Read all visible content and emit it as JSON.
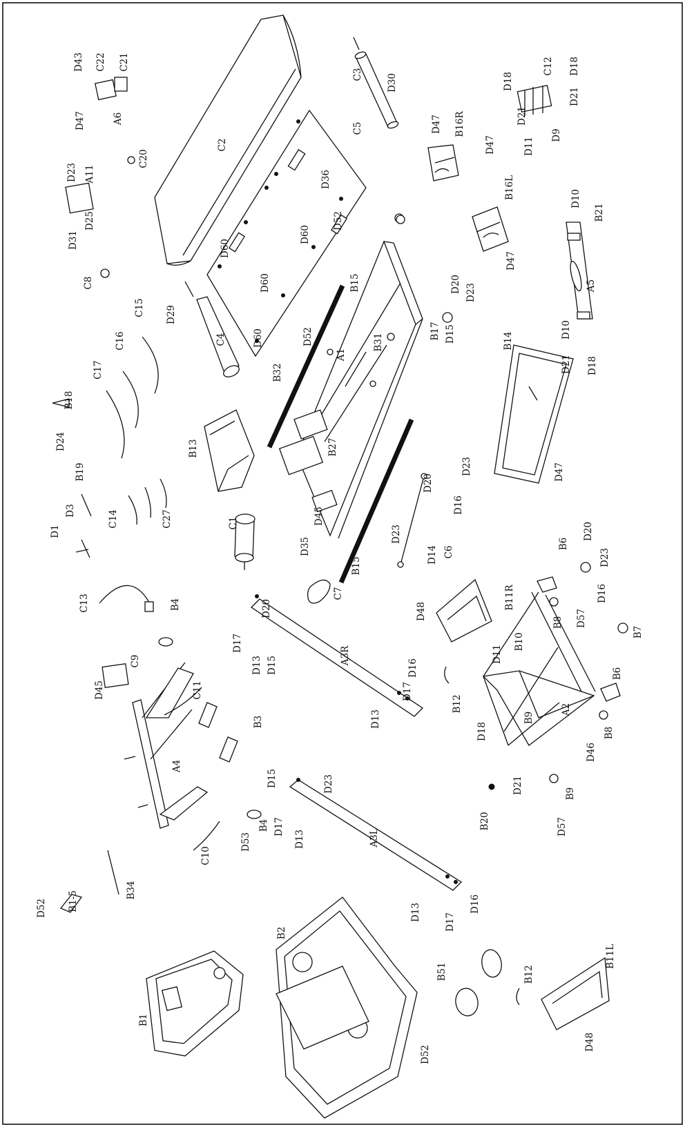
{
  "labels": {
    "D43": "D43",
    "C22": "C22",
    "C21": "C21",
    "D47a": "D47",
    "A6": "A6",
    "C20": "C20",
    "D23a": "D23",
    "A11": "A11",
    "D25": "D25",
    "D31": "D31",
    "C8": "C8",
    "C2": "C2",
    "C5": "C5",
    "C3": "C3",
    "D30": "D30",
    "D36": "D36",
    "D60a": "D60",
    "D60b": "D60",
    "D60c": "D60",
    "D60d": "D60",
    "D52a": "D52",
    "D52b": "D52",
    "B15a": "B15",
    "B15b": "B15",
    "A1": "A1",
    "B31": "B31",
    "B32": "B32",
    "B27": "B27",
    "D45a": "D45",
    "D35": "D35",
    "D29": "D29",
    "C4": "C4",
    "C17": "C17",
    "C16": "C16",
    "C15": "C15",
    "B18": "B18",
    "D24": "D24",
    "B13": "B13",
    "B19": "B19",
    "C14": "C14",
    "C27": "C27",
    "D3": "D3",
    "D1": "D1",
    "C1": "C1",
    "C13": "C13",
    "C7": "C7",
    "B4a": "B4",
    "B4b": "B4",
    "D47b": "D47",
    "B16R": "B16R",
    "D47c": "D47",
    "B16L": "B16L",
    "D47d": "D47",
    "C12": "C12",
    "D18a": "D18",
    "D18b": "D18",
    "D21a": "D21",
    "D21b": "D21",
    "D9": "D9",
    "D11a": "D11",
    "D10a": "D10",
    "B21": "B21",
    "A5": "A5",
    "D10b": "D10",
    "D21c": "D21",
    "D18c": "D18",
    "B17": "B17",
    "D15a": "D15",
    "D20a": "D20",
    "D23b": "D23",
    "B14": "B14",
    "D47e": "D47",
    "D20b": "D20",
    "D23c": "D23",
    "D16a": "D16",
    "C6": "C6",
    "D23d": "D23",
    "D14": "D14",
    "D20c": "D20",
    "D23e": "D23",
    "D16b": "D16",
    "B6a": "B6",
    "B6b": "B6",
    "B7": "B7",
    "D57a": "D57",
    "B8a": "B8",
    "B8b": "B8",
    "B11R": "B11R",
    "D48a": "D48",
    "D11b": "D11",
    "B10": "B10",
    "B12a": "B12",
    "B9a": "B9",
    "B9b": "B9",
    "A2": "A2",
    "D18d": "D18",
    "D46": "D46",
    "D21d": "D21",
    "D57b": "D57",
    "B20": "B20",
    "D20d": "D20",
    "D17a": "D17",
    "D13a": "D13",
    "D15b": "D15",
    "A3R": "A3R",
    "D16c": "D16",
    "D17b": "D17",
    "D13b": "D13",
    "C9": "C9",
    "D45b": "D45",
    "C11": "C11",
    "B3": "B3",
    "A4": "A4",
    "D15c": "D15",
    "D23f": "D23",
    "D17c": "D17",
    "D13c": "D13",
    "A3L": "A3L",
    "D13d": "D13",
    "D17d": "D17",
    "D16d": "D16",
    "D53": "D53",
    "C10": "C10",
    "B34": "B34",
    "D52c": "D52",
    "B1-5": "B1-5",
    "B2": "B2",
    "B1": "B1",
    "B51": "B51",
    "B12b": "B12",
    "B11L": "B11L",
    "D48b": "D48",
    "D52d": "D52"
  }
}
